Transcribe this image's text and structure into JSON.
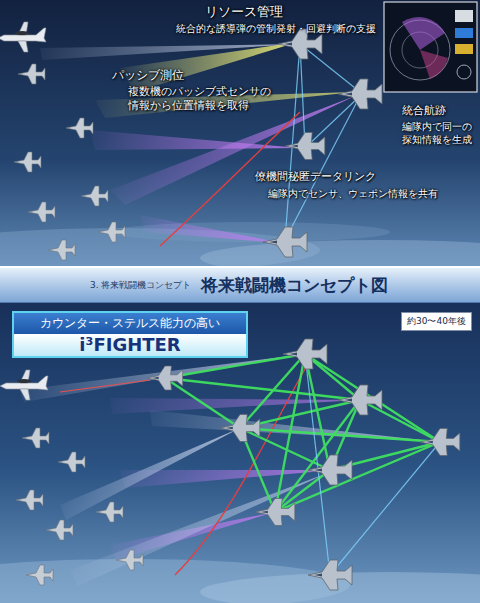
{
  "diagram": {
    "nodes": [
      {
        "text": [
          "3. 将来戦闘機コンセプト",
          "将来戦闘機コンセプト図"
        ]
      },
      {
        "text": [
          "カウンター・ステルス能力の高い",
          "i³FIGHTER"
        ]
      },
      {
        "text": [
          "約30〜40年後"
        ]
      }
    ],
    "labels": [
      "リソース管理",
      "統合的な誘導弾の管制発射・回避判断の支援",
      "パッシブ測位",
      "複数機のパッシブ式センサの 情報から位置情報を取得",
      "統合航跡",
      "編隊内で同一の 探知情報を生成",
      "僚機間秘匿データリンク",
      "編隊内でセンサ、ウェポン情報を共有"
    ]
  }
}
